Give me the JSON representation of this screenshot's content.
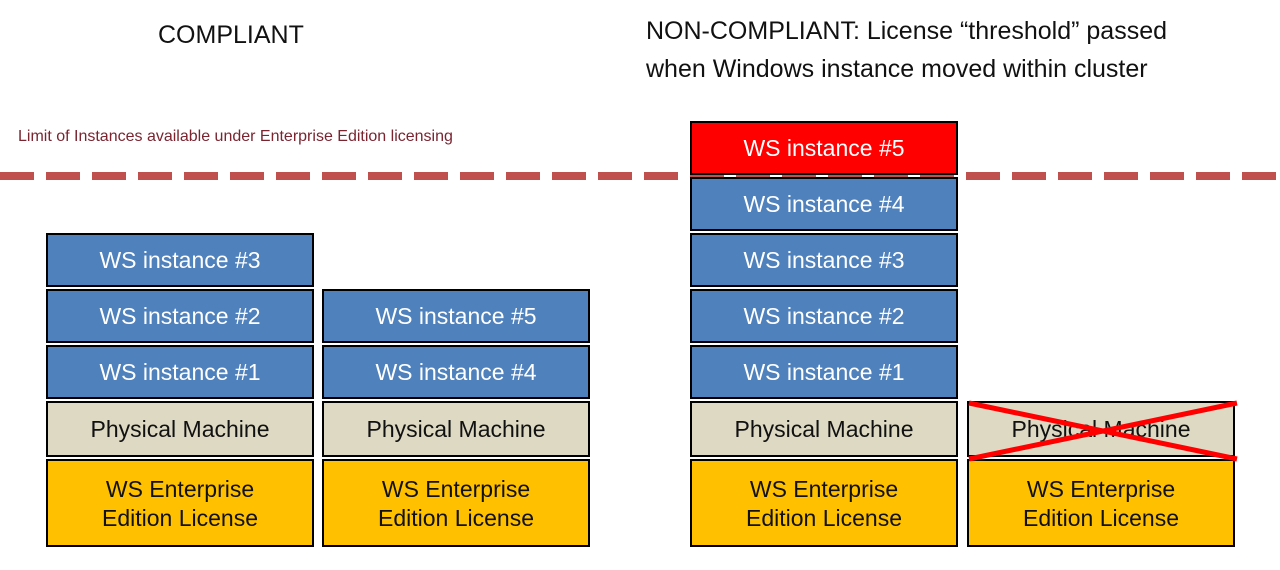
{
  "headings": {
    "compliant": "COMPLIANT",
    "noncompliant_line1": "NON-COMPLIANT: License “threshold” passed",
    "noncompliant_line2": "when Windows instance moved within cluster"
  },
  "limit": {
    "label": "Limit of Instances available under Enterprise Edition licensing",
    "line_color": "#c0504d"
  },
  "colors": {
    "instance": "#4f81bd",
    "instance_over_limit": "#ff0000",
    "machine": "#ddd9c3",
    "license": "#ffc000",
    "cross": "#ff0000"
  },
  "stacks": [
    {
      "instances": [
        "WS instance #3",
        "WS instance #2",
        "WS instance #1"
      ],
      "machine": "Physical Machine",
      "license_line1": "WS Enterprise",
      "license_line2": "Edition License"
    },
    {
      "instances": [
        "WS instance #5",
        "WS instance #4"
      ],
      "machine": "Physical Machine",
      "license_line1": "WS Enterprise",
      "license_line2": "Edition License"
    },
    {
      "instances": [
        "WS instance #5",
        "WS instance #4",
        "WS instance #3",
        "WS instance #2",
        "WS instance #1"
      ],
      "machine": "Physical Machine",
      "license_line1": "WS Enterprise",
      "license_line2": "Edition License"
    },
    {
      "instances": [],
      "machine": "Physical Machine",
      "machine_crossed_out": true,
      "license_line1": "WS Enterprise",
      "license_line2": "Edition License"
    }
  ]
}
